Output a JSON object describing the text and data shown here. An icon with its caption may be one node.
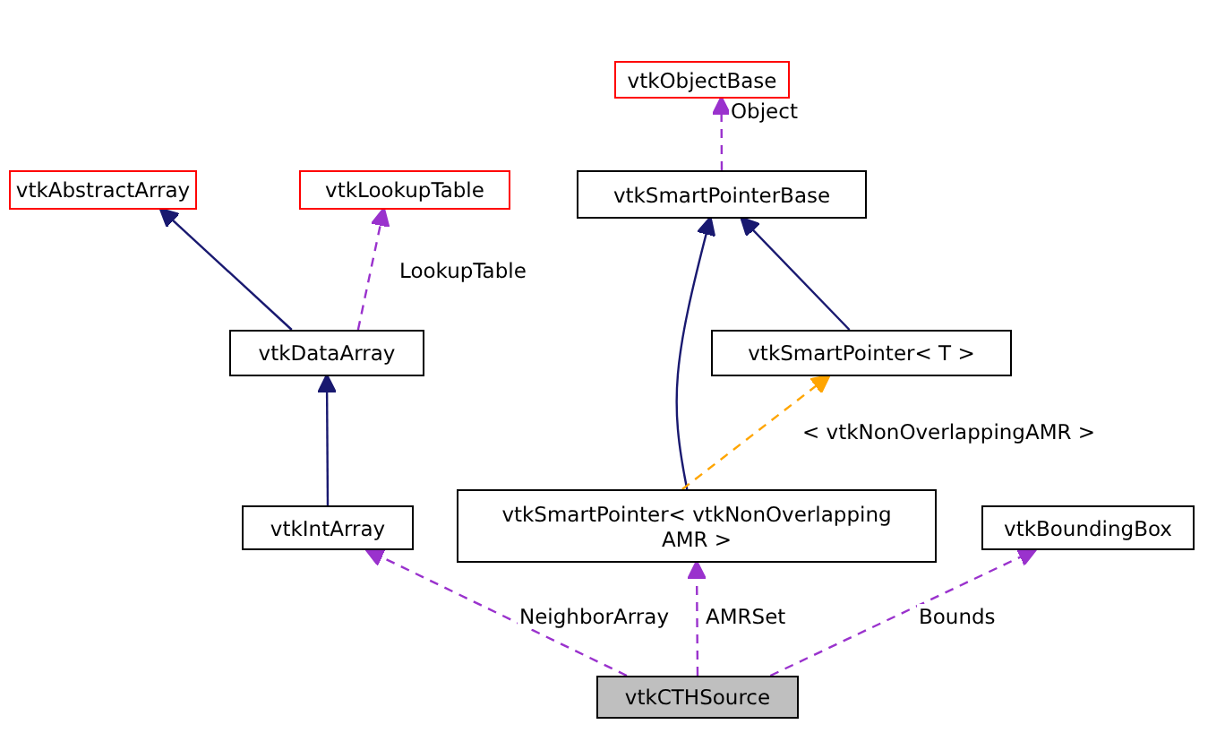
{
  "diagram": {
    "nodes": [
      {
        "text": [
          "vtkObjectBase"
        ]
      },
      {
        "text": [
          "vtkAbstractArray"
        ]
      },
      {
        "text": [
          "vtkLookupTable"
        ]
      },
      {
        "text": [
          "vtkSmartPointerBase"
        ]
      },
      {
        "text": [
          "vtkDataArray"
        ]
      },
      {
        "text": [
          "vtkSmartPointer< T >"
        ]
      },
      {
        "text": [
          "vtkIntArray"
        ]
      },
      {
        "text": [
          "vtkSmartPointer< vtkNonOverlapping AMR >"
        ]
      },
      {
        "text": [
          "vtkBoundingBox"
        ]
      },
      {
        "text": [
          "vtkCTHSource"
        ]
      }
    ],
    "edges": [
      {
        "from": 4,
        "to": 1,
        "arrow": "to",
        "color": "#191970"
      },
      {
        "from": 4,
        "to": 2,
        "arrow": "to",
        "label": "LookupTable",
        "style": "dashed",
        "color": "#9a32cd"
      },
      {
        "from": 3,
        "to": 0,
        "arrow": "to",
        "label": "Object",
        "style": "dashed",
        "color": "#9a32cd"
      },
      {
        "from": 7,
        "to": 3,
        "arrow": "to",
        "color": "#191970"
      },
      {
        "from": 5,
        "to": 3,
        "arrow": "to",
        "color": "#191970"
      },
      {
        "from": 7,
        "to": 5,
        "arrow": "to",
        "label": "< vtkNonOverlappingAMR >",
        "style": "dashed",
        "color": "#ffa500"
      },
      {
        "from": 6,
        "to": 4,
        "arrow": "to",
        "color": "#191970"
      },
      {
        "from": 9,
        "to": 6,
        "arrow": "to",
        "label": "NeighborArray",
        "style": "dashed",
        "color": "#9a32cd"
      },
      {
        "from": 9,
        "to": 7,
        "arrow": "to",
        "label": "AMRSet",
        "style": "dashed",
        "color": "#9a32cd"
      },
      {
        "from": 9,
        "to": 8,
        "arrow": "to",
        "label": "Bounds",
        "style": "dashed",
        "color": "#9a32cd"
      }
    ]
  }
}
